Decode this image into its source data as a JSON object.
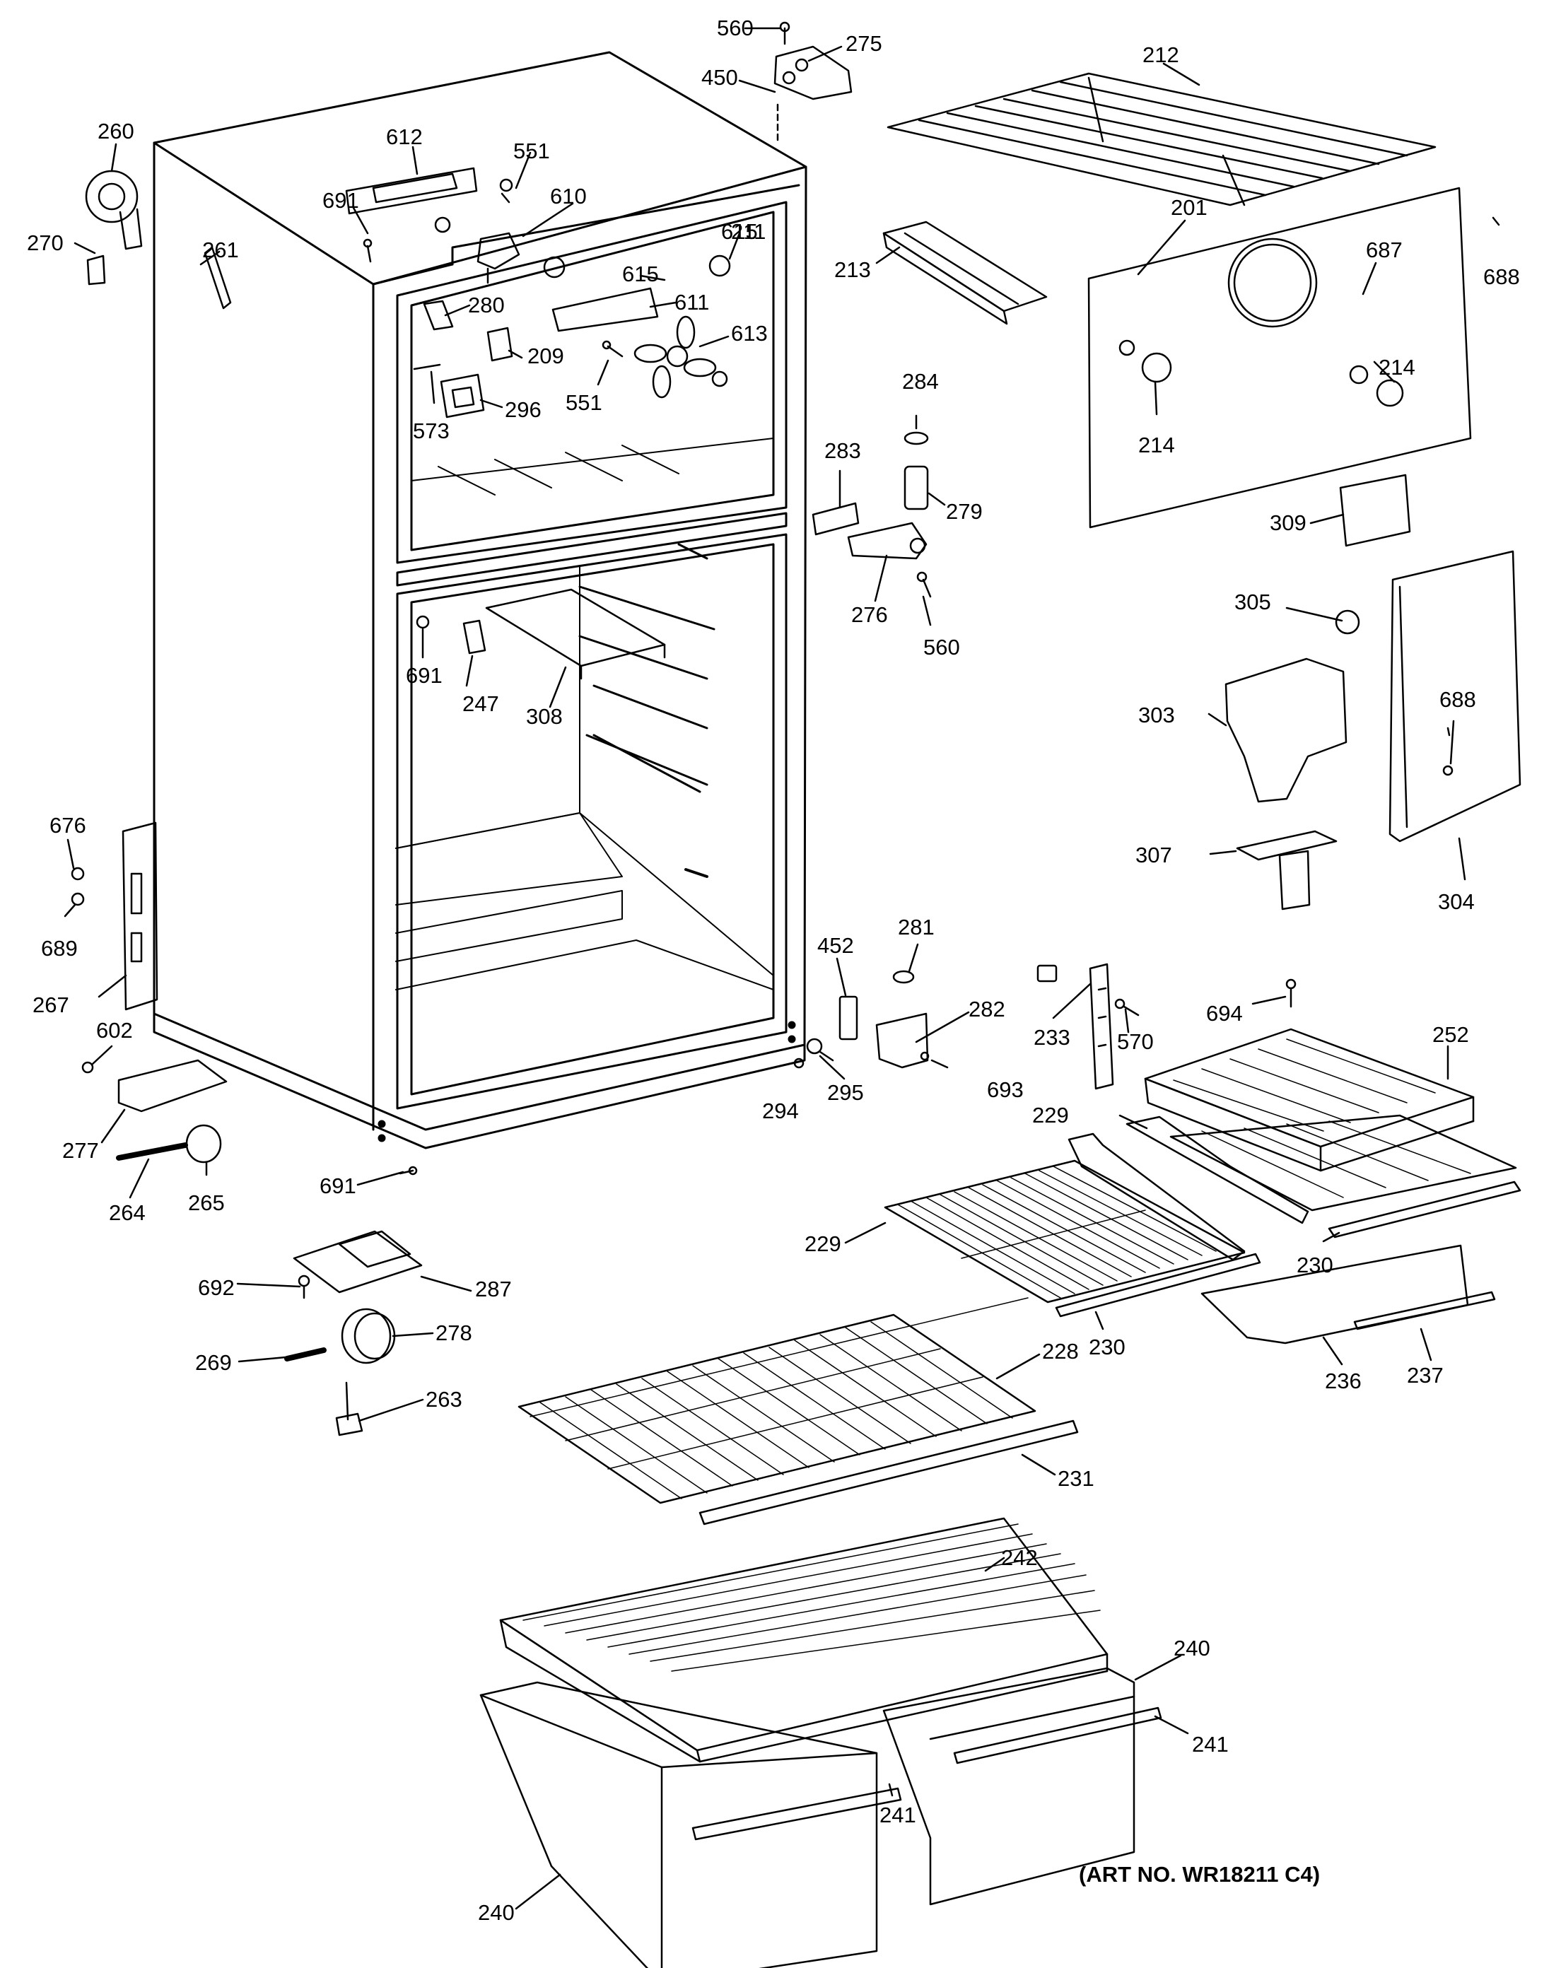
{
  "diagram": {
    "credit": "(ART NO. WR18211 C4)",
    "labels": [
      "560",
      "275",
      "450",
      "212",
      "260",
      "612",
      "551",
      "610",
      "691",
      "615",
      "211",
      "270",
      "261",
      "201",
      "687",
      "688",
      "213",
      "615",
      "611",
      "280",
      "613",
      "209",
      "551",
      "296",
      "573",
      "284",
      "214",
      "214",
      "283",
      "279",
      "309",
      "276",
      "560",
      "305",
      "691",
      "247",
      "308",
      "303",
      "688",
      "307",
      "304",
      "676",
      "689",
      "452",
      "281",
      "282",
      "267",
      "602",
      "694",
      "233",
      "570",
      "252",
      "295",
      "693",
      "294",
      "229",
      "230",
      "277",
      "265",
      "691",
      "264",
      "229",
      "230",
      "692",
      "287",
      "236",
      "237",
      "278",
      "228",
      "269",
      "263",
      "231",
      "242",
      "240",
      "241",
      "241",
      "240"
    ]
  }
}
